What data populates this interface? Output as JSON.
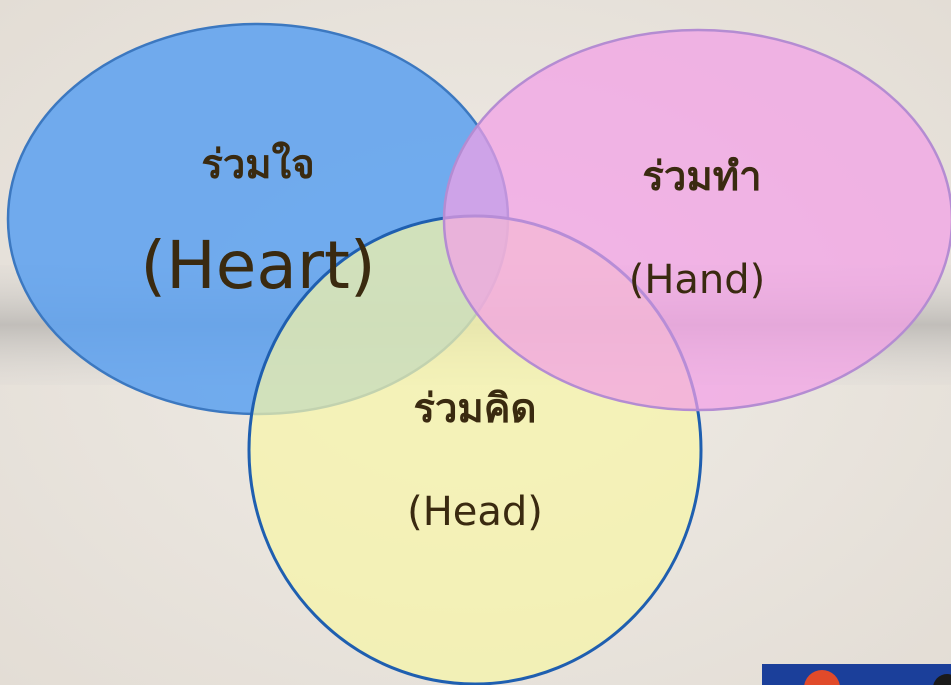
{
  "diagram": {
    "type": "venn",
    "circles": [
      {
        "id": "heart",
        "thai": "ร่วมใจ",
        "english": "(Heart)",
        "fill": "#5aa0f0",
        "stroke": "#3c78c0"
      },
      {
        "id": "hand",
        "thai": "ร่วมทำ",
        "english": "(Hand)",
        "fill": "#f2a0e6",
        "stroke": "#b48cd2"
      },
      {
        "id": "head",
        "thai": "ร่วมคิด",
        "english": "(Head)",
        "fill": "#f7f5a8",
        "stroke": "#1f5fb0"
      }
    ]
  },
  "background": {
    "paper": "#ece7e1",
    "band": "#c9c6c2"
  }
}
